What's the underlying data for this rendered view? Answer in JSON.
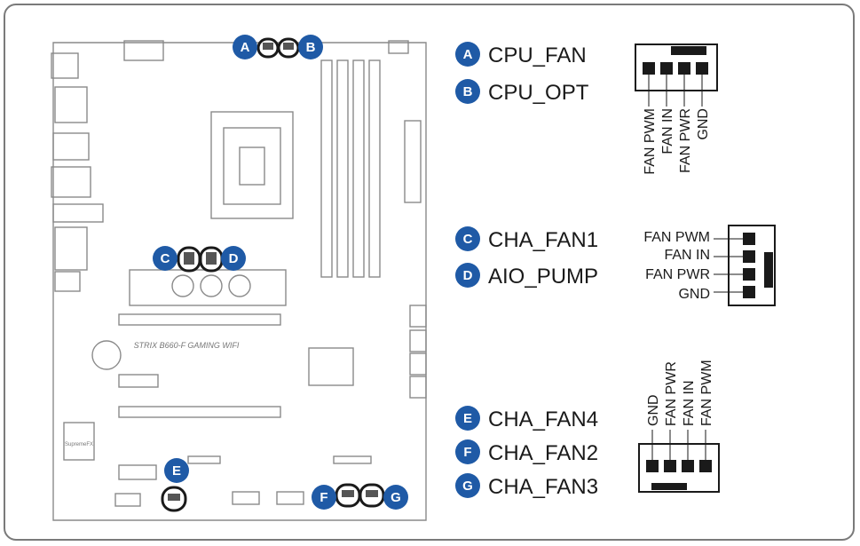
{
  "badges": [
    "A",
    "B",
    "C",
    "D",
    "E",
    "F",
    "G"
  ],
  "connectors": [
    {
      "letter": "A",
      "name": "CPU_FAN"
    },
    {
      "letter": "B",
      "name": "CPU_OPT"
    },
    {
      "letter": "C",
      "name": "CHA_FAN1"
    },
    {
      "letter": "D",
      "name": "AIO_PUMP"
    },
    {
      "letter": "E",
      "name": "CHA_FAN4"
    },
    {
      "letter": "F",
      "name": "CHA_FAN2"
    },
    {
      "letter": "G",
      "name": "CHA_FAN3"
    }
  ],
  "pinouts": {
    "top": [
      "FAN PWM",
      "FAN IN",
      "FAN PWR",
      "GND"
    ],
    "middle": [
      "FAN PWM",
      "FAN IN",
      "FAN PWR",
      "GND"
    ],
    "bottom": [
      "GND",
      "FAN PWR",
      "FAN IN",
      "FAN PWM"
    ]
  },
  "board_text": {
    "model": "STRIX B660-F GAMING WIFI",
    "audio": "SupremeFX"
  },
  "colors": {
    "badge": "#1f5aa6",
    "board_line": "#8a8a8a",
    "connector": "#1a1a1a"
  }
}
